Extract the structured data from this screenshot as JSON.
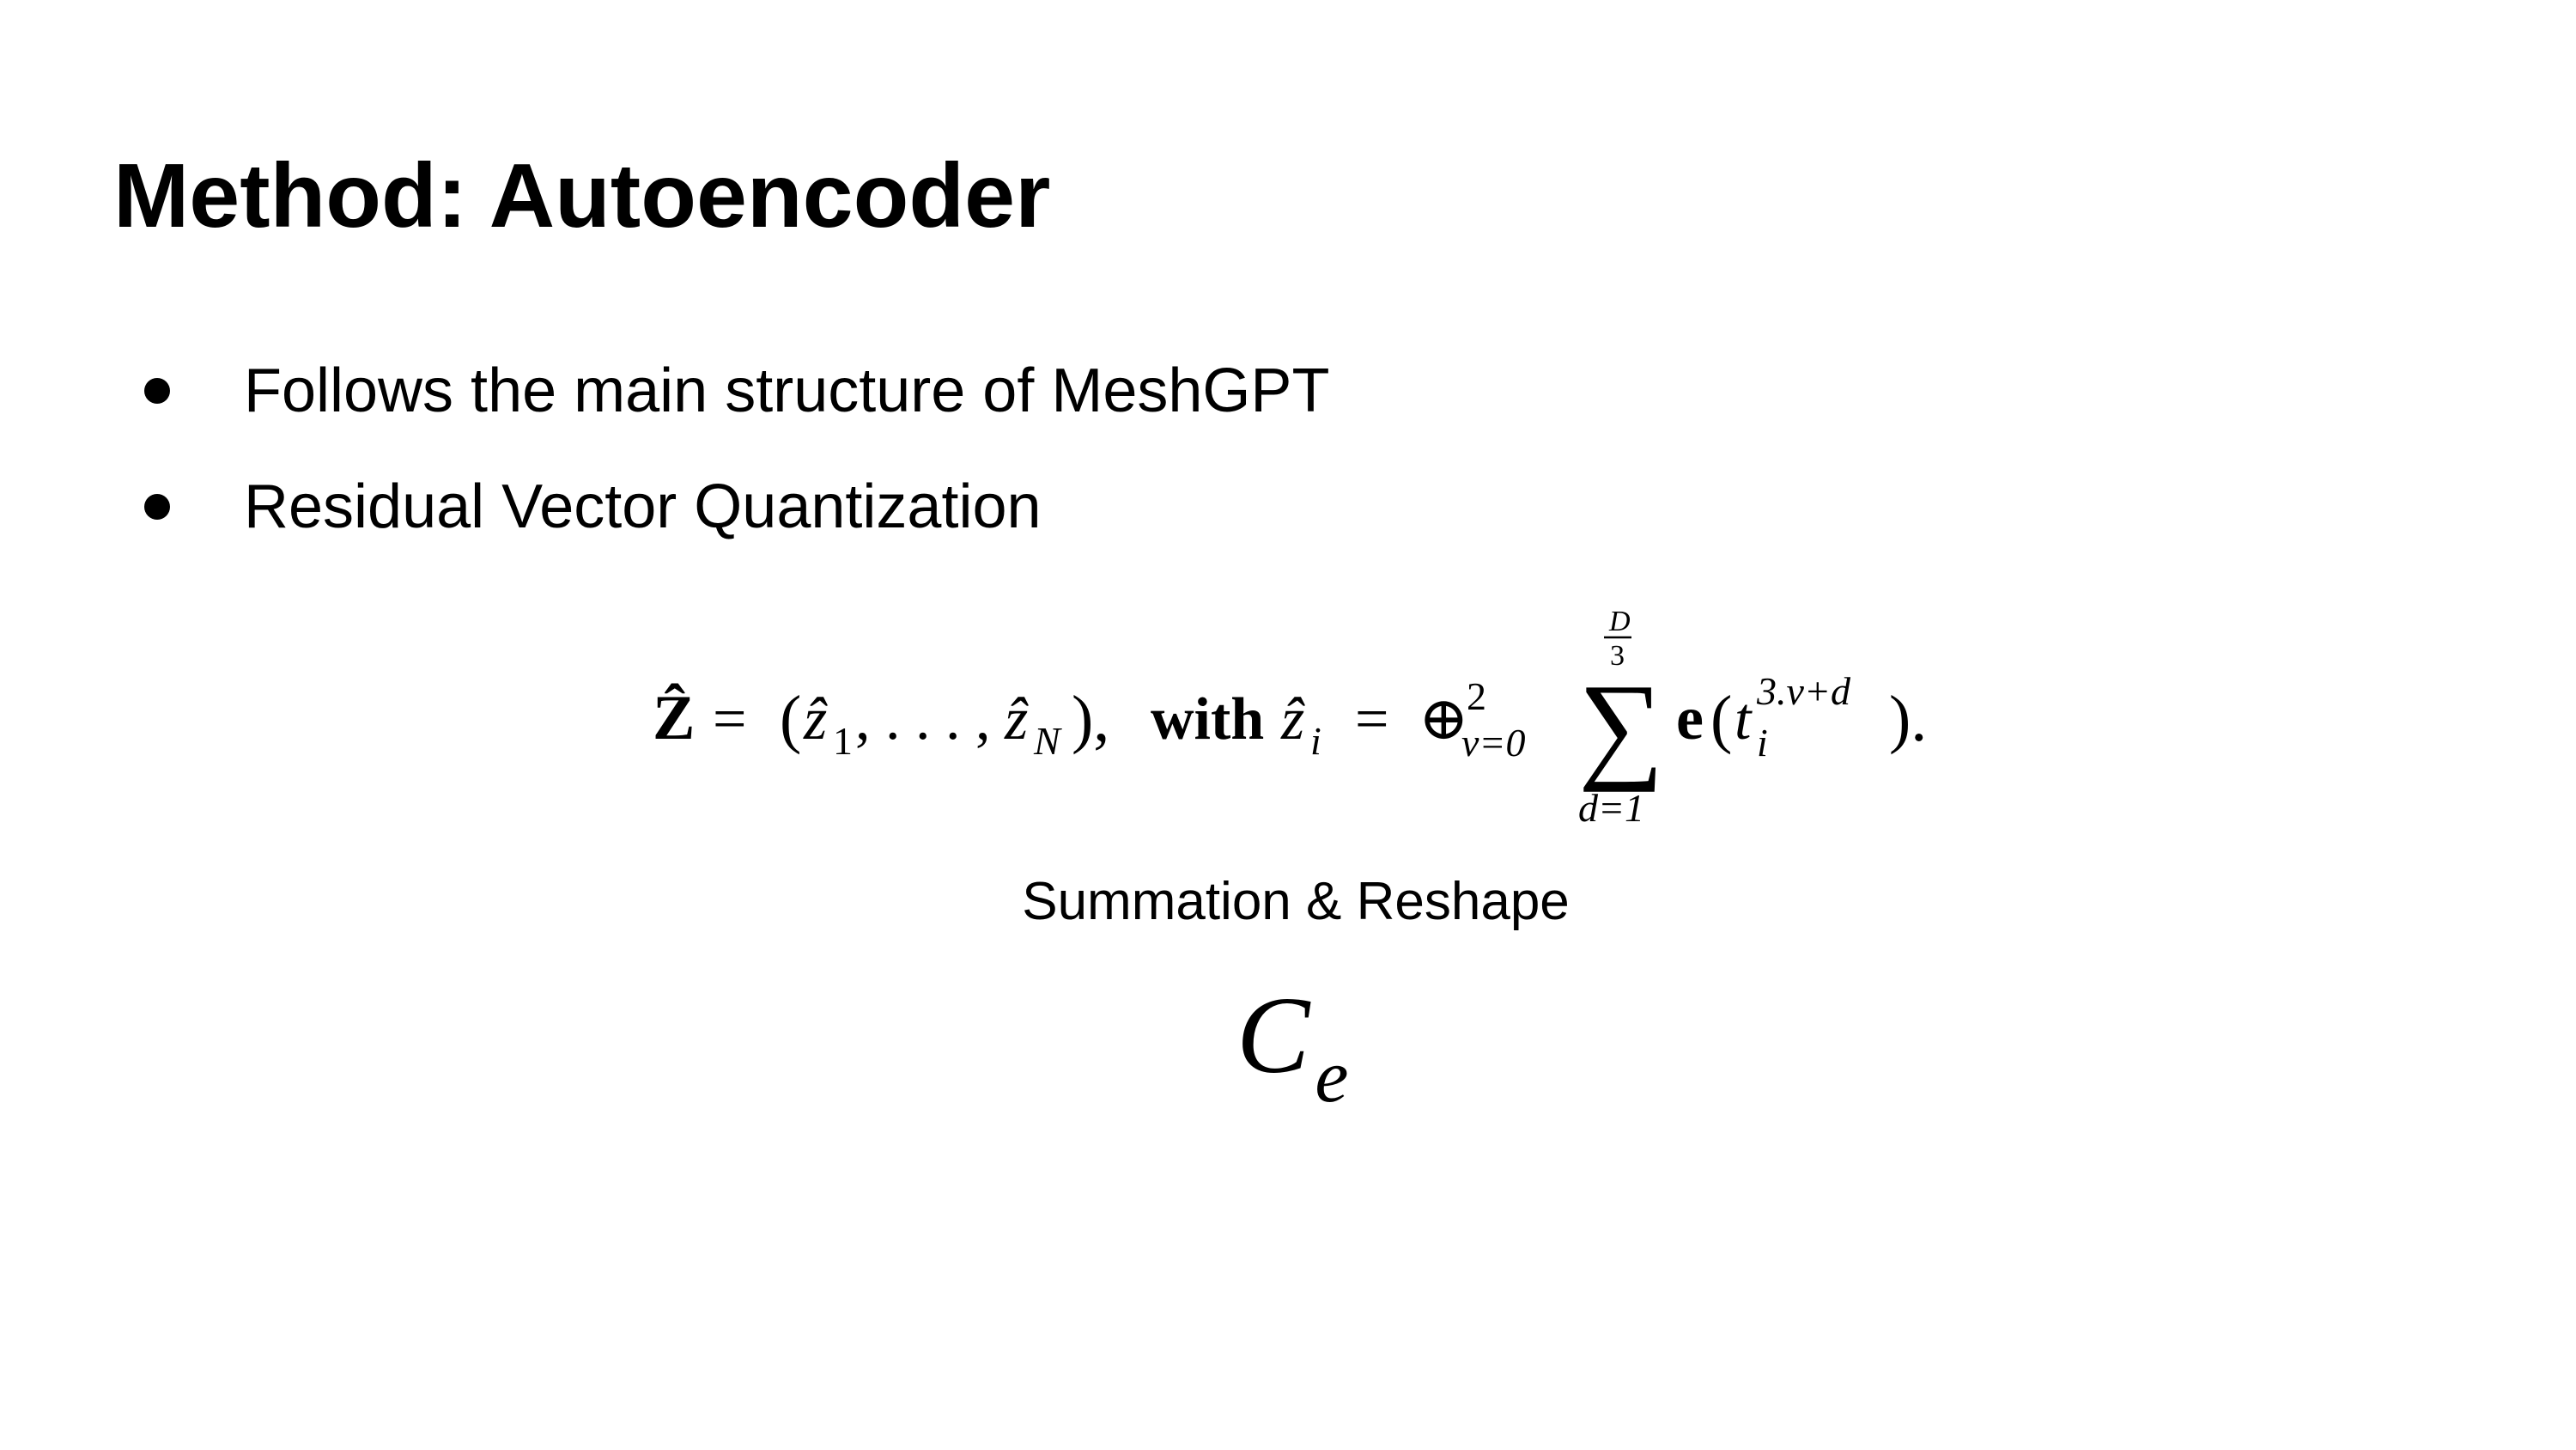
{
  "slide": {
    "title": "Method: Autoencoder",
    "bullets": [
      {
        "text": "Follows the main structure of MeshGPT"
      },
      {
        "text": "Residual Vector Quantization"
      }
    ],
    "equation": {
      "lhs": "Ẑ",
      "equals": "=",
      "open_paren": "(",
      "z_hat_1_base": "ẑ",
      "z_hat_1_sub": "1",
      "ellipsis": ", . . . ,",
      "z_hat_N_base": "ẑ",
      "z_hat_N_sub": "N",
      "close_paren_comma": "),",
      "with_word": "with",
      "z_hat_i_base": "ẑ",
      "z_hat_i_sub": "i",
      "equals_2": "=",
      "oplus": "⊕",
      "oplus_sup": "2",
      "oplus_sub": "v=0",
      "sum_symbol": "∑",
      "sum_upper_num": "D",
      "sum_upper_den": "3",
      "sum_lower": "d=1",
      "embed_fn": "e",
      "embed_open": "(",
      "t_base": "t",
      "t_sup": "3.v+d",
      "t_sub": "i",
      "embed_close": ").",
      "full_text": "Ẑ = (ẑ1, . . . , ẑN), with ẑi = ⊕ 2 v=0 ∑ D/3 d=1 e(t i 3.v+d)."
    },
    "caption": "Summation & Reshape",
    "symbol": {
      "base": "C",
      "sub": "e"
    }
  }
}
